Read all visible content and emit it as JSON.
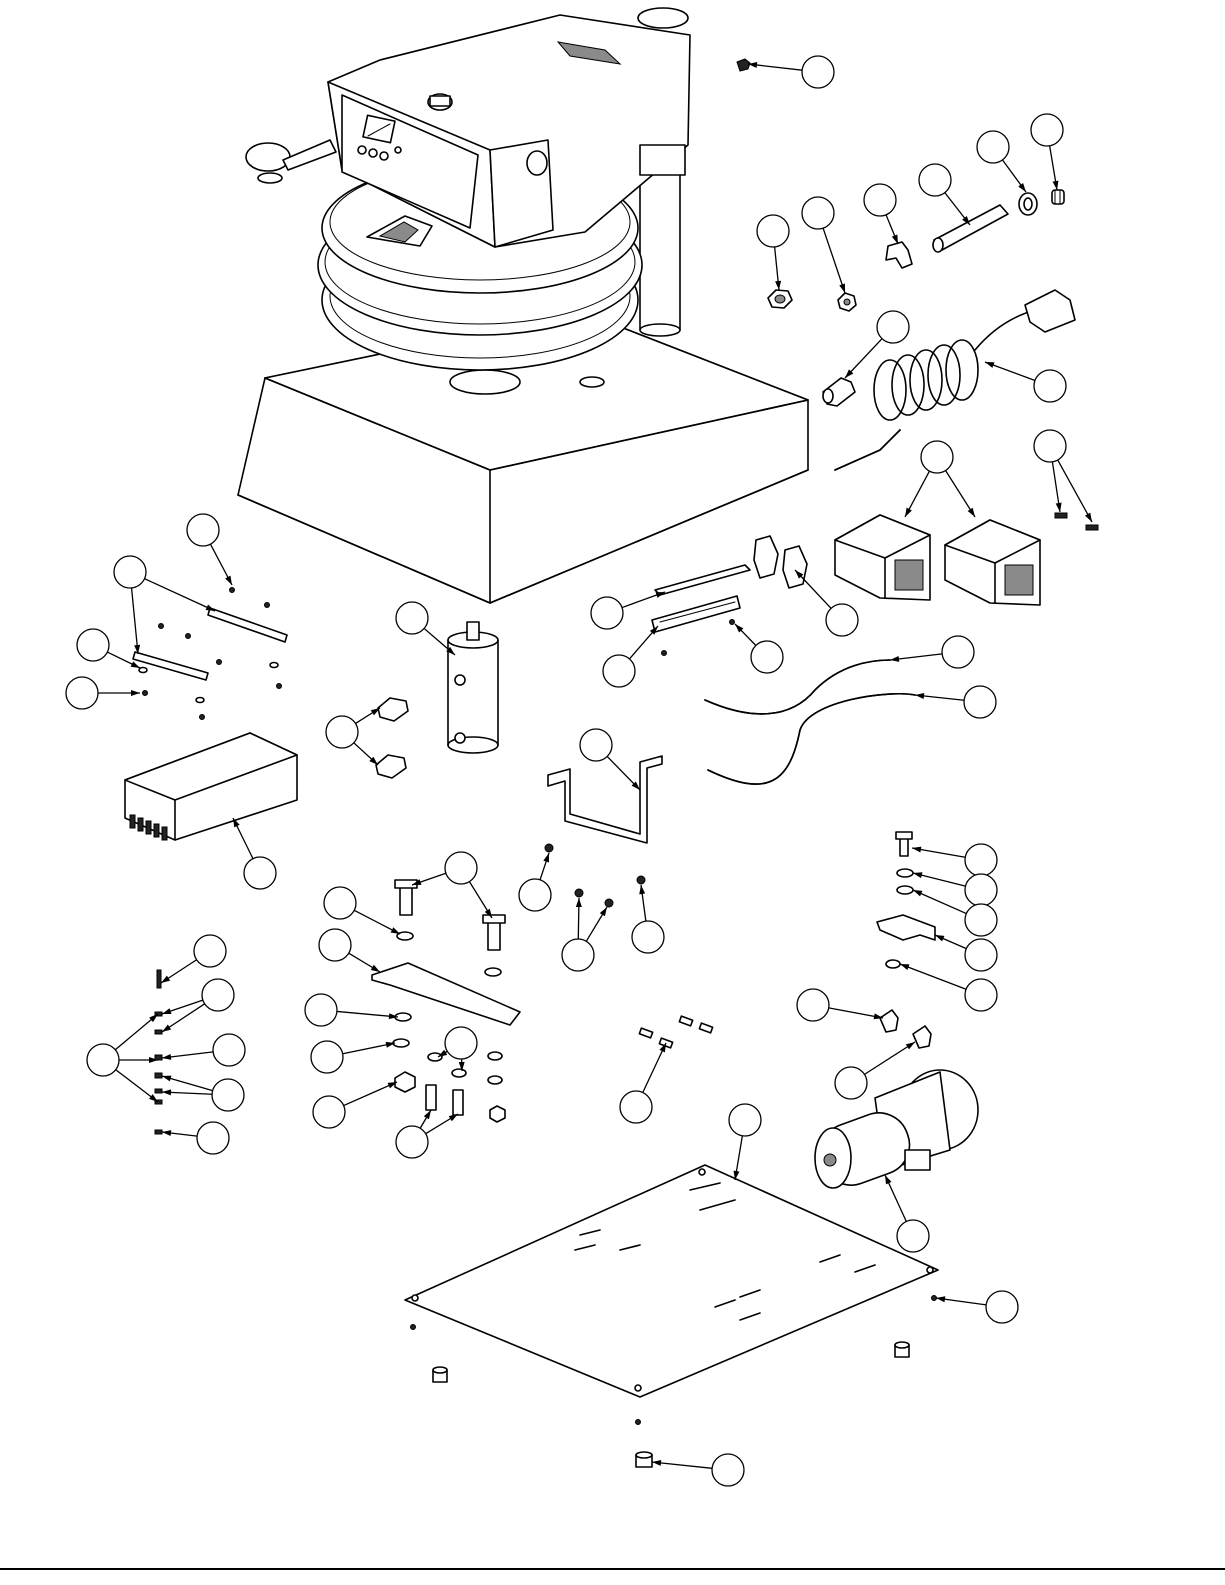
{
  "diagram": {
    "kind": "exploded-parts-view",
    "callout_style": "empty-circle",
    "line_color": "#000000",
    "background_color": "#ffffff",
    "callouts": [
      {
        "id": "c-screw-top"
      },
      {
        "id": "c-knob-nut"
      },
      {
        "id": "c-bushing"
      },
      {
        "id": "c-tube"
      },
      {
        "id": "c-elbow"
      },
      {
        "id": "c-nut"
      },
      {
        "id": "c-locknut"
      },
      {
        "id": "c-cord-connector"
      },
      {
        "id": "c-power-cord"
      },
      {
        "id": "c-contactors"
      },
      {
        "id": "c-jumpers"
      },
      {
        "id": "c-screw-left"
      },
      {
        "id": "c-brackets"
      },
      {
        "id": "c-washer-left"
      },
      {
        "id": "c-screw-left2"
      },
      {
        "id": "c-cylinder"
      },
      {
        "id": "c-fittings"
      },
      {
        "id": "c-power-supply"
      },
      {
        "id": "c-terminal-cover"
      },
      {
        "id": "c-end-stops"
      },
      {
        "id": "c-terminal-block"
      },
      {
        "id": "c-terminal-screw"
      },
      {
        "id": "c-heater-cable-1"
      },
      {
        "id": "c-heater-cable-2"
      },
      {
        "id": "c-mount-bracket"
      },
      {
        "id": "c-bracket-screw"
      },
      {
        "id": "c-bracket-screws"
      },
      {
        "id": "c-bracket-screw-2"
      },
      {
        "id": "c-hex-bolts"
      },
      {
        "id": "c-flat-washer"
      },
      {
        "id": "c-plate"
      },
      {
        "id": "c-washer-2"
      },
      {
        "id": "c-washer-3"
      },
      {
        "id": "c-lock-washer"
      },
      {
        "id": "c-hex-nut"
      },
      {
        "id": "c-cap-screws"
      },
      {
        "id": "c-pin"
      },
      {
        "id": "c-small-parts-group"
      },
      {
        "id": "c-small-parts-a"
      },
      {
        "id": "c-small-parts-b"
      },
      {
        "id": "c-small-parts-c"
      },
      {
        "id": "c-small-parts-d"
      },
      {
        "id": "c-right-bolt"
      },
      {
        "id": "c-right-washer-1"
      },
      {
        "id": "c-right-washer-2"
      },
      {
        "id": "c-right-clamp"
      },
      {
        "id": "c-right-washer-3"
      },
      {
        "id": "c-elbow-fitting-1"
      },
      {
        "id": "c-elbow-fitting-2"
      },
      {
        "id": "c-terminals"
      },
      {
        "id": "c-base-plate"
      },
      {
        "id": "c-pump-motor"
      },
      {
        "id": "c-base-screw"
      },
      {
        "id": "c-foot"
      }
    ]
  }
}
